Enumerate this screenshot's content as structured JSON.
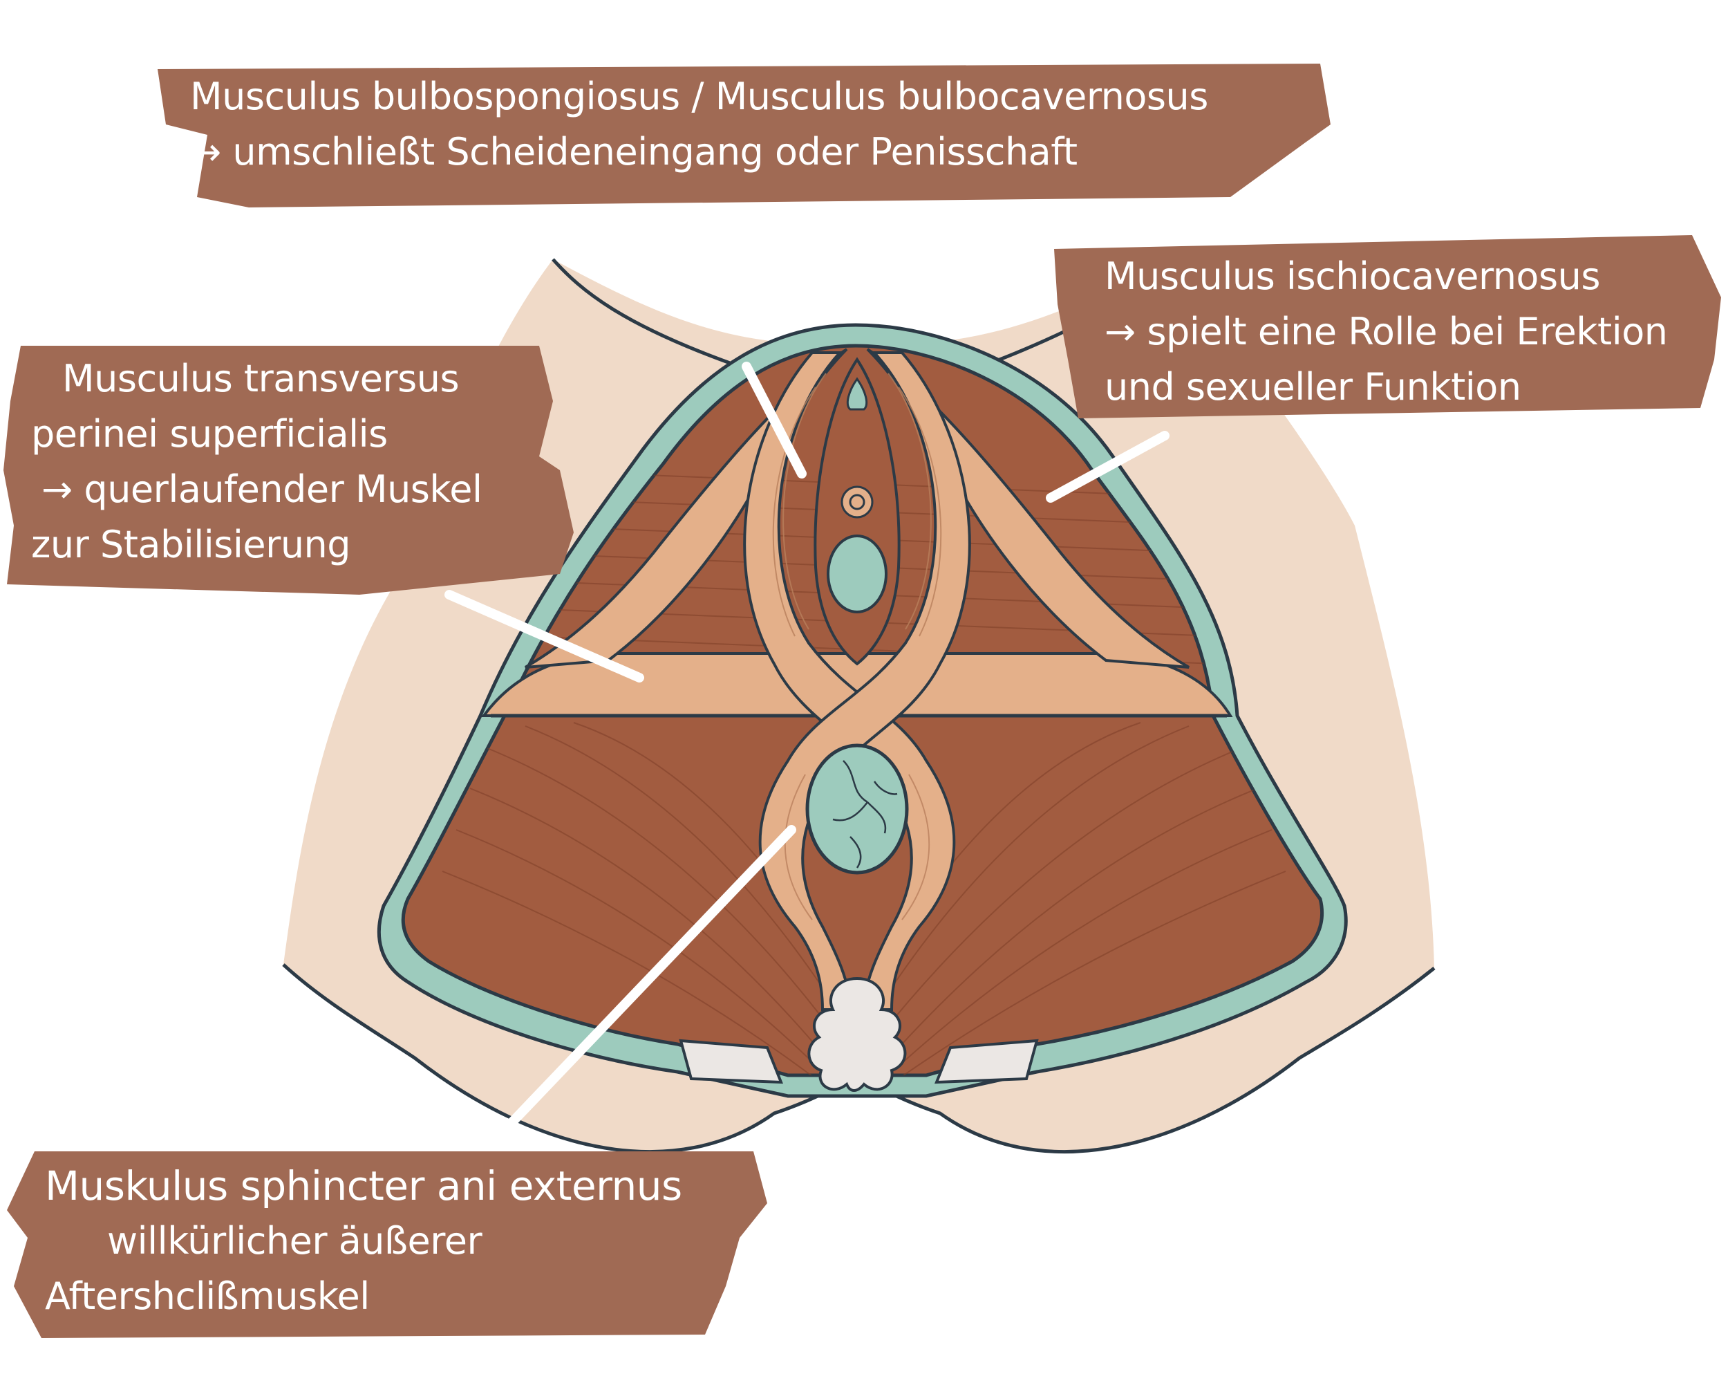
{
  "colors": {
    "skin": "#f0dac8",
    "outline": "#2c3a46",
    "fascia": "#9dcbbd",
    "muscle_dark": "#a25c40",
    "muscle_dark_stroke": "#7e3f28",
    "muscle_light": "#e4b08a",
    "muscle_light_stroke": "#b9805c",
    "bone": "#ebe7e4",
    "label_bg": "#a06a54",
    "label_text": "#ffffff",
    "pointer": "#ffffff"
  },
  "labels": {
    "bulbospongiosus": {
      "name": "Musculus bulbospongiosus / Musculus bulbocavernosus",
      "desc": "→ umschließt Scheideneingang oder Penisschaft"
    },
    "ischiocavernosus": {
      "name": "Musculus ischiocavernosus",
      "desc_1": "→ spielt eine Rolle bei Erektion",
      "desc_2": "und sexueller Funktion"
    },
    "transversus": {
      "name_1": "Musculus transversus",
      "name_2": "perinei superficialis",
      "desc_1": "→ querlaufender Muskel",
      "desc_2": "zur Stabilisierung"
    },
    "sphincter": {
      "name": "Muskulus sphincter ani externus",
      "desc_1": "willkürlicher äußerer",
      "desc_2": "Aftershclißmuskel"
    }
  }
}
